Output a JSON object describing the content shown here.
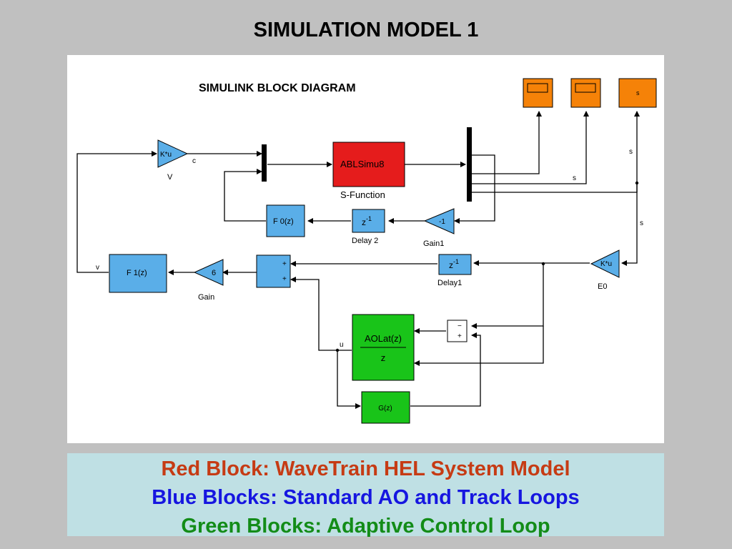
{
  "title": "SIMULATION MODEL 1",
  "diagram": {
    "heading": "SIMULINK BLOCK DIAGRAM",
    "blocks": {
      "gain_v": "K*u",
      "gain_v_name": "V",
      "s_function": "ABLSimu8",
      "s_function_name": "S-Function",
      "f0": "F 0(z)",
      "delay2_name": "Delay 2",
      "gain1": "-1",
      "gain1_name": "Gain1",
      "f1": "F 1(z)",
      "gain": "6",
      "gain_name": "Gain",
      "sum_plus_a": "+",
      "sum_plus_b": "+",
      "delay1_name": "Delay1",
      "gain_e0": "K*u",
      "gain_e0_name": "E0",
      "aolat_num": "AOLat(z)",
      "aolat_den": "z",
      "sum2_minus": "−",
      "sum2_plus": "+",
      "gz": "G(z)",
      "scope3": "s",
      "delay_base": "z",
      "delay_exp": "-1"
    },
    "signal_labels": {
      "c": "c",
      "v": "v",
      "u": "u",
      "s1": "s",
      "s2": "s",
      "s3": "s"
    }
  },
  "caption": {
    "line1_prefix": "Red Block: ",
    "line1_rest": "WaveTrain HEL System Model",
    "line2": "Blue Blocks: Standard AO and Track Loops",
    "line3": "Green Blocks: Adaptive Control Loop"
  },
  "colors": {
    "background": "#c0c0c0",
    "red_block": "#e51c1c",
    "blue_block": "#5aaee8",
    "green_block": "#19c419",
    "scope": "#f58208",
    "caption_bg": "#bfe0e4"
  }
}
